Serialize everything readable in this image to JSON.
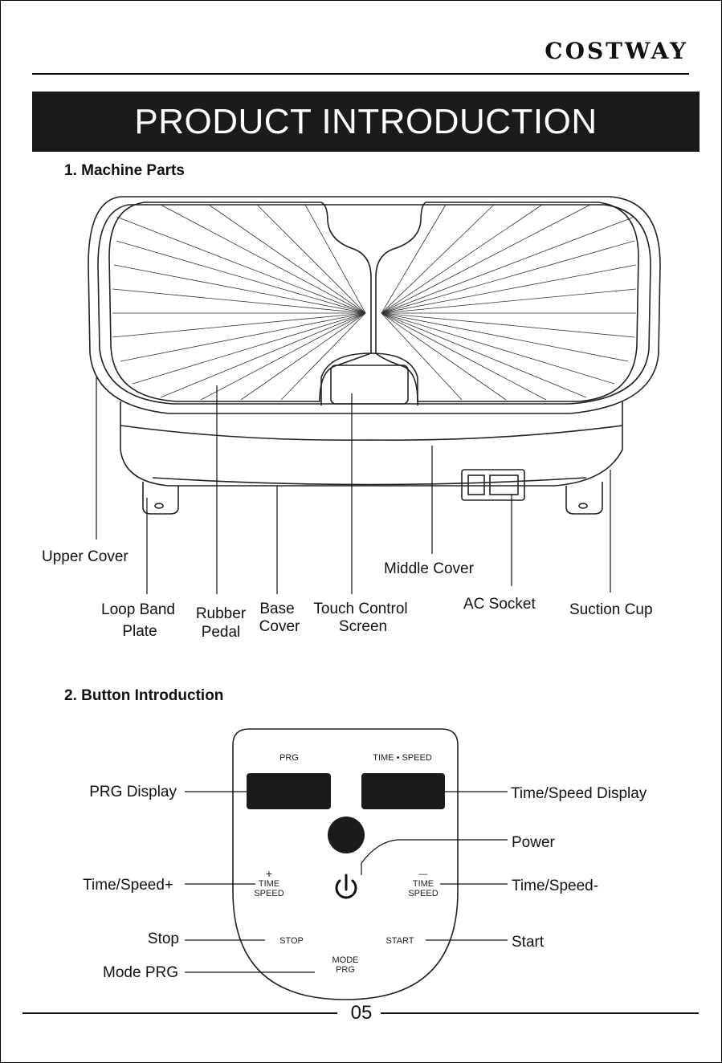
{
  "header": {
    "brand": "COSTWAY",
    "title": "PRODUCT INTRODUCTION"
  },
  "machine_parts": {
    "heading": "1. Machine Parts",
    "labels": {
      "upper_cover": "Upper Cover",
      "middle_cover": "Middle Cover",
      "ac_socket": "AC Socket",
      "suction_cup": "Suction Cup",
      "loop_band_1": "Loop Band",
      "loop_band_2": "Plate",
      "rubber_1": "Rubber",
      "rubber_2": "Pedal",
      "base_1": "Base",
      "base_2": "Cover",
      "touch_1": "Touch Control",
      "touch_2": "Screen"
    }
  },
  "button_intro": {
    "heading": "2. Button Introduction",
    "panel": {
      "prg": "PRG",
      "time_speed_header": "TIME • SPEED",
      "plus": "+",
      "minus": "—",
      "time": "TIME",
      "speed": "SPEED",
      "stop": "STOP",
      "start": "START",
      "mode": "MODE",
      "mode_prg": "PRG"
    },
    "callouts": {
      "prg_display": "PRG Display",
      "time_speed_display": "Time/Speed Display",
      "power": "Power",
      "time_speed_plus": "Time/Speed+",
      "time_speed_minus": "Time/Speed-",
      "stop": "Stop",
      "start": "Start",
      "mode_prg": "Mode PRG"
    }
  },
  "footer": {
    "page_number": "05"
  }
}
